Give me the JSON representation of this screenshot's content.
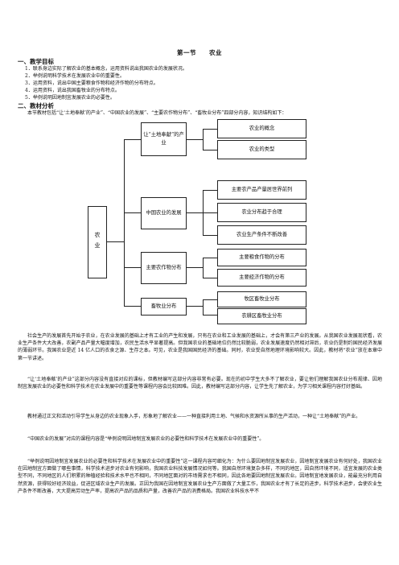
{
  "title": "第一节　　农业",
  "sections": {
    "s1": "一、教学目标",
    "s2": "二、教材分析"
  },
  "objectives": [
    "1．联系身边实际了解农业的基本概念，运用资料说出我国农业的发展状况。",
    "2．举例说明科学技术在发展农业中的重要性。",
    "3．运用资料，说出中国主要粮食作物和经济作物的分布特点。",
    "4．运用资料，说出我国畜牧业的分布特点。",
    "5．举例说明因地制宜发展农业的必要性。"
  ],
  "intro": "本节教材包括“让‘土地奉献’的产业”、“中国农业的发展”、“主要农作物分布”、“畜牧业分布”四部分内容，知识结构如下：",
  "diagram": {
    "root": "农业",
    "groups": [
      {
        "label": "让“土地奉献”的产业",
        "children": [
          "农业的概念",
          "农业的类型"
        ]
      },
      {
        "label": "中国农业的发展",
        "children": [
          "主要农产品产量居世界前列",
          "农业分布趋于合理",
          "农业生产条件不断改善"
        ]
      },
      {
        "label": "主要农作物分布",
        "children": [
          "主要粮食作物的分布",
          "主要经济作物的分布"
        ]
      },
      {
        "label": "畜牧业分布",
        "children": [
          "牧区畜牧业分布",
          "农耕区畜牧业分布"
        ]
      }
    ]
  },
  "paragraphs": [
    "社会生产的发展首先开始于农业，在农业发展的基础上才有工业的产生和发展，只有在农业和工业发展的基础上，才会有第三产业的发展。从我国农业发展现状看，农业生产条件大大改善，农副产品产量大幅度增加，农民生活水平显著提高。但我国农业的基础地位仍然比较脆弱，农业发展速度仍然相对滞后，农业仍是制约国民经济发展的薄弱环节。我国农业是近 14 亿人口的衣食之源、生存之本。可见，农业是我国国民经济的基础。同时，农业受自然地理环境影响较大。因此，教材将“农业”放在本章中第一节讲述。",
    "“让‘土地奉献’的产业”这部分内容没有直接对应的课标，但教材编写这部分内容非常有必要。现在的初中学生大多不了解农业，要让他们理解我国农业分布规律、因地制宜发展农业的必要性和科学技术在农业发展中的重要性等课程内容会比较困难。因此，教材编写这部分内容，让学生先了解农业，为学习相关课程内容打好基础。",
    "教材通过正文和活动引导学生从身边的农业现象入手，形象地了解农业——一种直接利用土地、气候和水资源所从事的生产活动，一种让“土地奉献”的产业。",
    "“中国农业的发展”对应的课程内容是“举例说明因地制宜发展农业的必要性和科学技术在发展农业中的重要性”。",
    "“举例说明因地制宜发展农业的必要性和科学技术在发展农业中的重要性”这一课程内容可细化为：为什么要因地制宜发展农业，因地制宜发展农业有何好处，我国农业在因地制宜方面做了哪些事情，科学技术进步对农业有何影响，我国农业科技发展情况如何等。我国自然环境复杂多样，不同的地区，因自然环境不同，适宜发展的农业类型不同，不同地区的人们积累的种植经验和技术水平也不相同，不同地区面对的市场需求也不相同，因此各地要因地制宜发展农业。因地制宜地发展农业，能最充分利用自然资源，获得较好经济效益，促进区域农业生产的发展。正因为我国在因地制宜发展农业生产方面做了大量工作，我国农业才有了长足的进步。科学技术进步，会使农业生产条件不断改善，大大提高劳动生产率，提高农产品的品质和产量，改善农产品的消费格局。我国农业科技水平不"
  ]
}
